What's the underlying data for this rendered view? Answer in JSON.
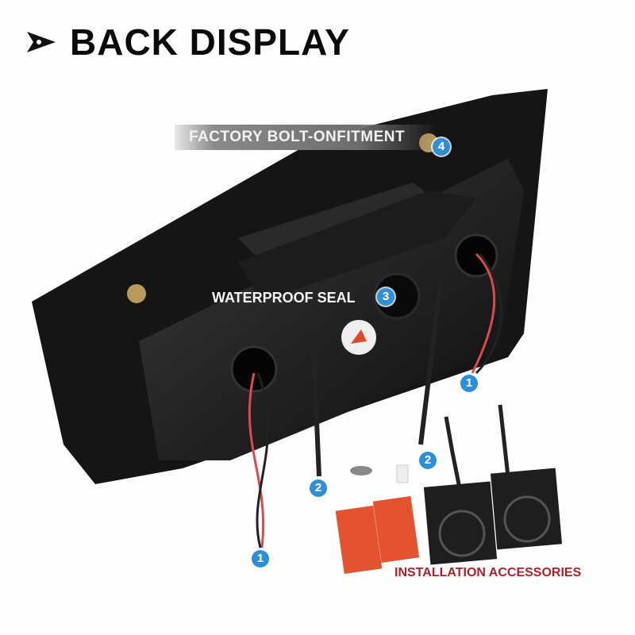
{
  "title": "BACK DISPLAY",
  "labels": {
    "fitment": "FACTORY BOLT-ONFITMENT",
    "seal": "WATERPROOF SEAL",
    "accessories": "INSTALLATION ACCESSORIES"
  },
  "badges": [
    "4",
    "3",
    "1",
    "2",
    "2",
    "1"
  ],
  "colors": {
    "badge": "#2f8fd6",
    "accessories": "#a8242a"
  }
}
